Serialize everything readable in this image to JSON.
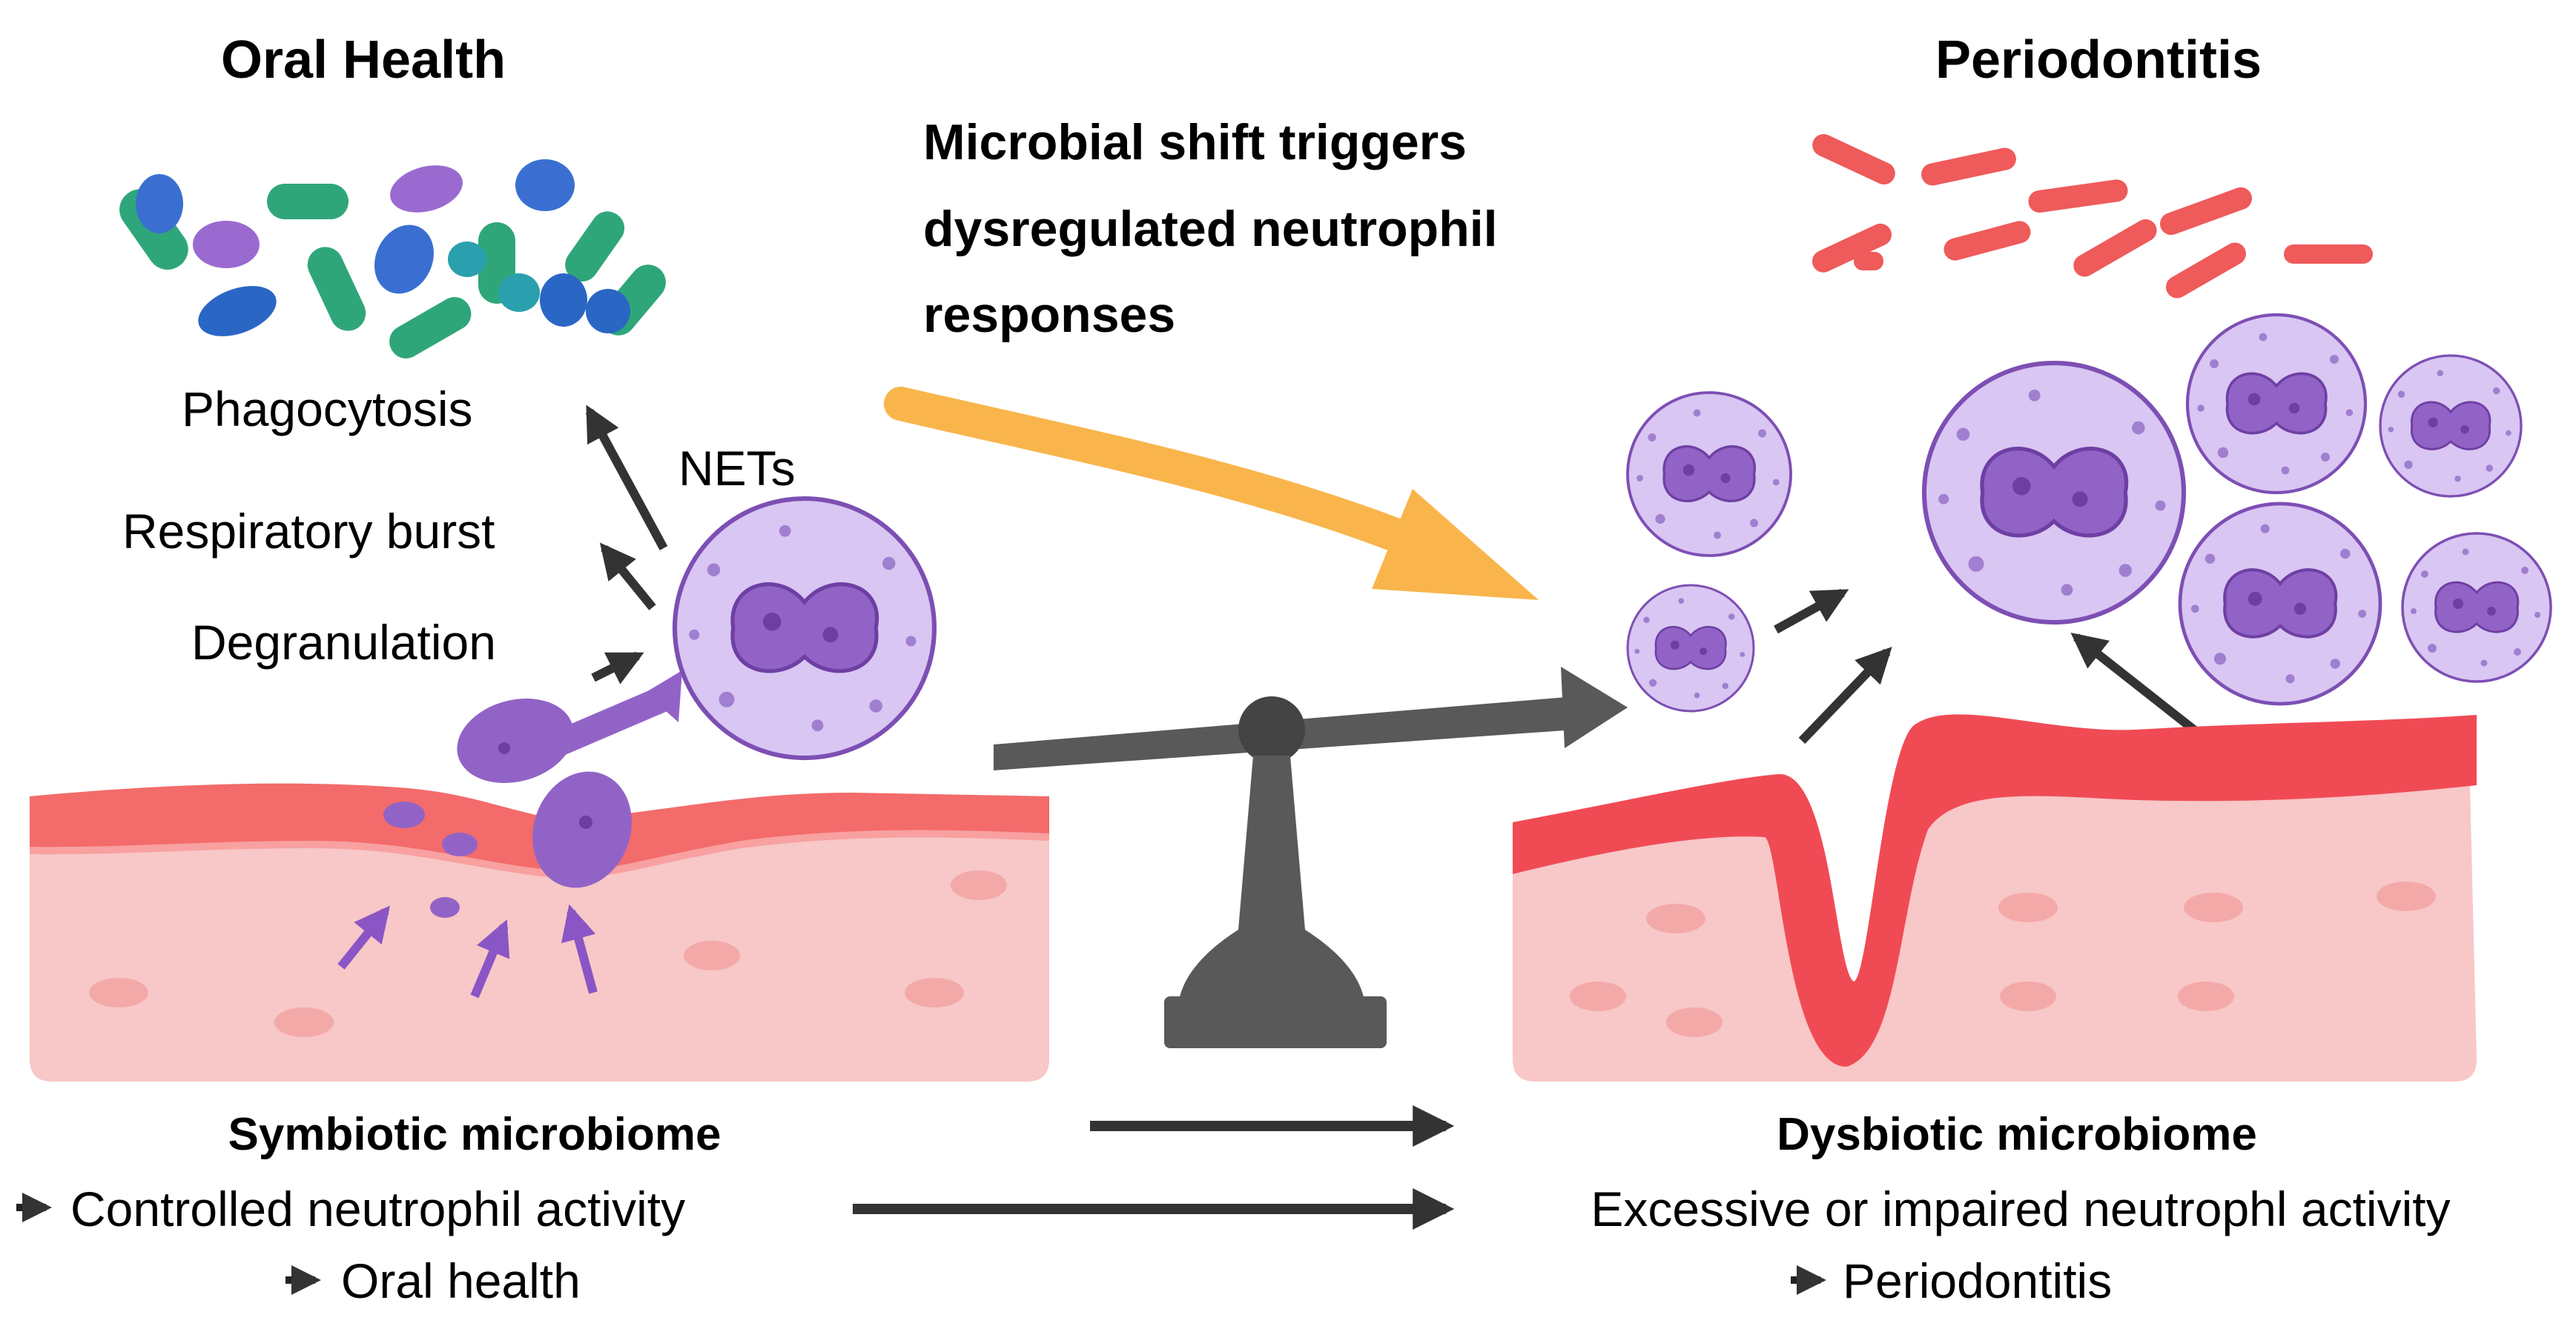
{
  "left_panel": {
    "title": "Oral Health",
    "labels": {
      "phagocytosis": "Phagocytosis",
      "respiratory_burst": "Respiratory burst",
      "degranulation": "Degranulation",
      "nets": "NETs"
    },
    "caption": {
      "heading": "Symbiotic microbiome",
      "line1": "Controlled neutrophil activity",
      "line2": "Oral health"
    }
  },
  "right_panel": {
    "title": "Periodontitis",
    "caption": {
      "heading": "Dysbiotic microbiome",
      "line1": "Excessive or impaired neutrophl activity",
      "line2": "Periodontitis"
    }
  },
  "center": {
    "shift_text": {
      "line1": "Microbial shift triggers",
      "line2": "dysregulated neutrophil",
      "line3": "responses"
    }
  },
  "icons": [
    "bacteria-cluster-icon",
    "rod-bacteria-icon",
    "neutrophil-icon",
    "balance-scale-icon",
    "gum-tissue-icon",
    "periodontal-pocket-icon",
    "curved-arrow-icon"
  ],
  "colors": {
    "shift_arrow": "#f9b54c",
    "neutrophil_fill": "#d6c2f2",
    "neutrophil_nucleus": "#8b5bbf",
    "gum_surface": "#f36b6b",
    "gum_tissue": "#f7c3c3",
    "pathogen": "#ef5a5a",
    "scale": "#595959"
  }
}
